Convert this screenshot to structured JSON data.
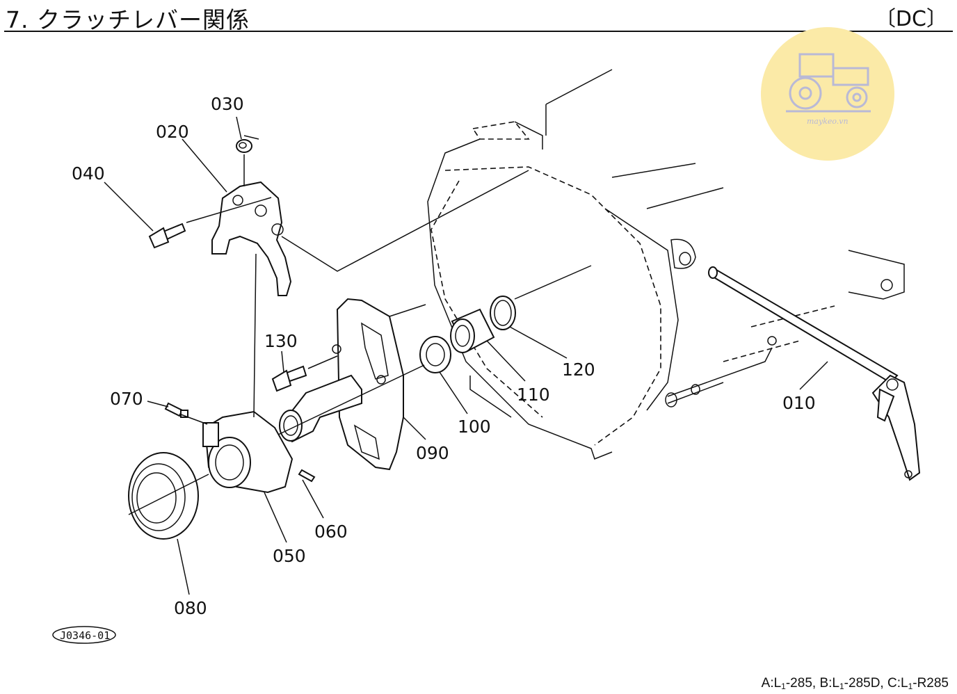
{
  "header": {
    "title": "7. クラッチレバー関係",
    "code": "〔DC〕"
  },
  "watermark": {
    "text": "maykeo.vn",
    "circle_color": "#fbeaa7",
    "icon": "tractor-icon"
  },
  "parts": [
    {
      "id": "p010",
      "label": "010"
    },
    {
      "id": "p020",
      "label": "020"
    },
    {
      "id": "p030",
      "label": "030"
    },
    {
      "id": "p040",
      "label": "040"
    },
    {
      "id": "p050",
      "label": "050"
    },
    {
      "id": "p060",
      "label": "060"
    },
    {
      "id": "p070",
      "label": "070"
    },
    {
      "id": "p080",
      "label": "080"
    },
    {
      "id": "p090",
      "label": "090"
    },
    {
      "id": "p100",
      "label": "100"
    },
    {
      "id": "p110",
      "label": "110"
    },
    {
      "id": "p120",
      "label": "120"
    },
    {
      "id": "p130",
      "label": "130"
    }
  ],
  "figure_ref": "J0346-01",
  "footer": {
    "models": [
      {
        "prefix": "A:L",
        "sub": "1",
        "suffix": "-285, "
      },
      {
        "prefix": "B:L",
        "sub": "1",
        "suffix": "-285D, "
      },
      {
        "prefix": "C:L",
        "sub": "1",
        "suffix": "-R285"
      }
    ]
  }
}
